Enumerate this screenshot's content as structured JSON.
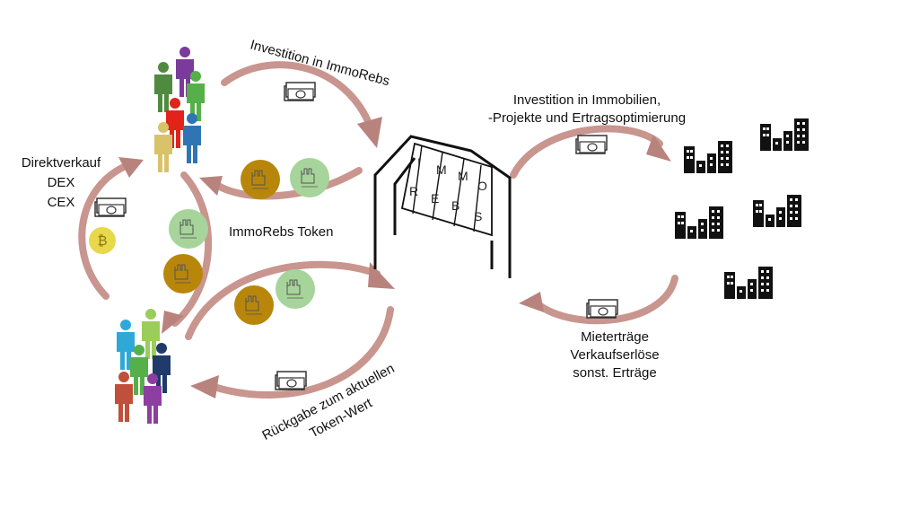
{
  "labels": {
    "invest_immorebs": "Investition in ImmoRebs",
    "invest_property_line1": "Investition in Immobilien,",
    "invest_property_line2": "-Projekte und Ertragsoptimierung",
    "direct_sale_line1": "Direktverkauf",
    "direct_sale_line2": "DEX",
    "direct_sale_line3": "CEX",
    "token": "ImmoRebs Token",
    "return_line1": "Rückgabe zum aktuellen",
    "return_line2": "Token-Wert",
    "income_line1": "Mieterträge",
    "income_line2": "Verkaufserlöse",
    "income_line3": "sonst. Erträge"
  },
  "building_letters": [
    "I",
    "M",
    "M",
    "O",
    "R",
    "E",
    "B",
    "S"
  ],
  "colors": {
    "arrow": "#c08a84",
    "arrow_dark": "#a8706a",
    "coin_gold": "#b8860b",
    "coin_green": "#a6d49a",
    "bitcoin": "#e8d84a",
    "building": "#111111"
  },
  "icons": {
    "money": "banknote-icon",
    "coin": "token-coin-icon",
    "bitcoin": "bitcoin-icon",
    "city": "city-building-icon",
    "people": "person-icon"
  }
}
